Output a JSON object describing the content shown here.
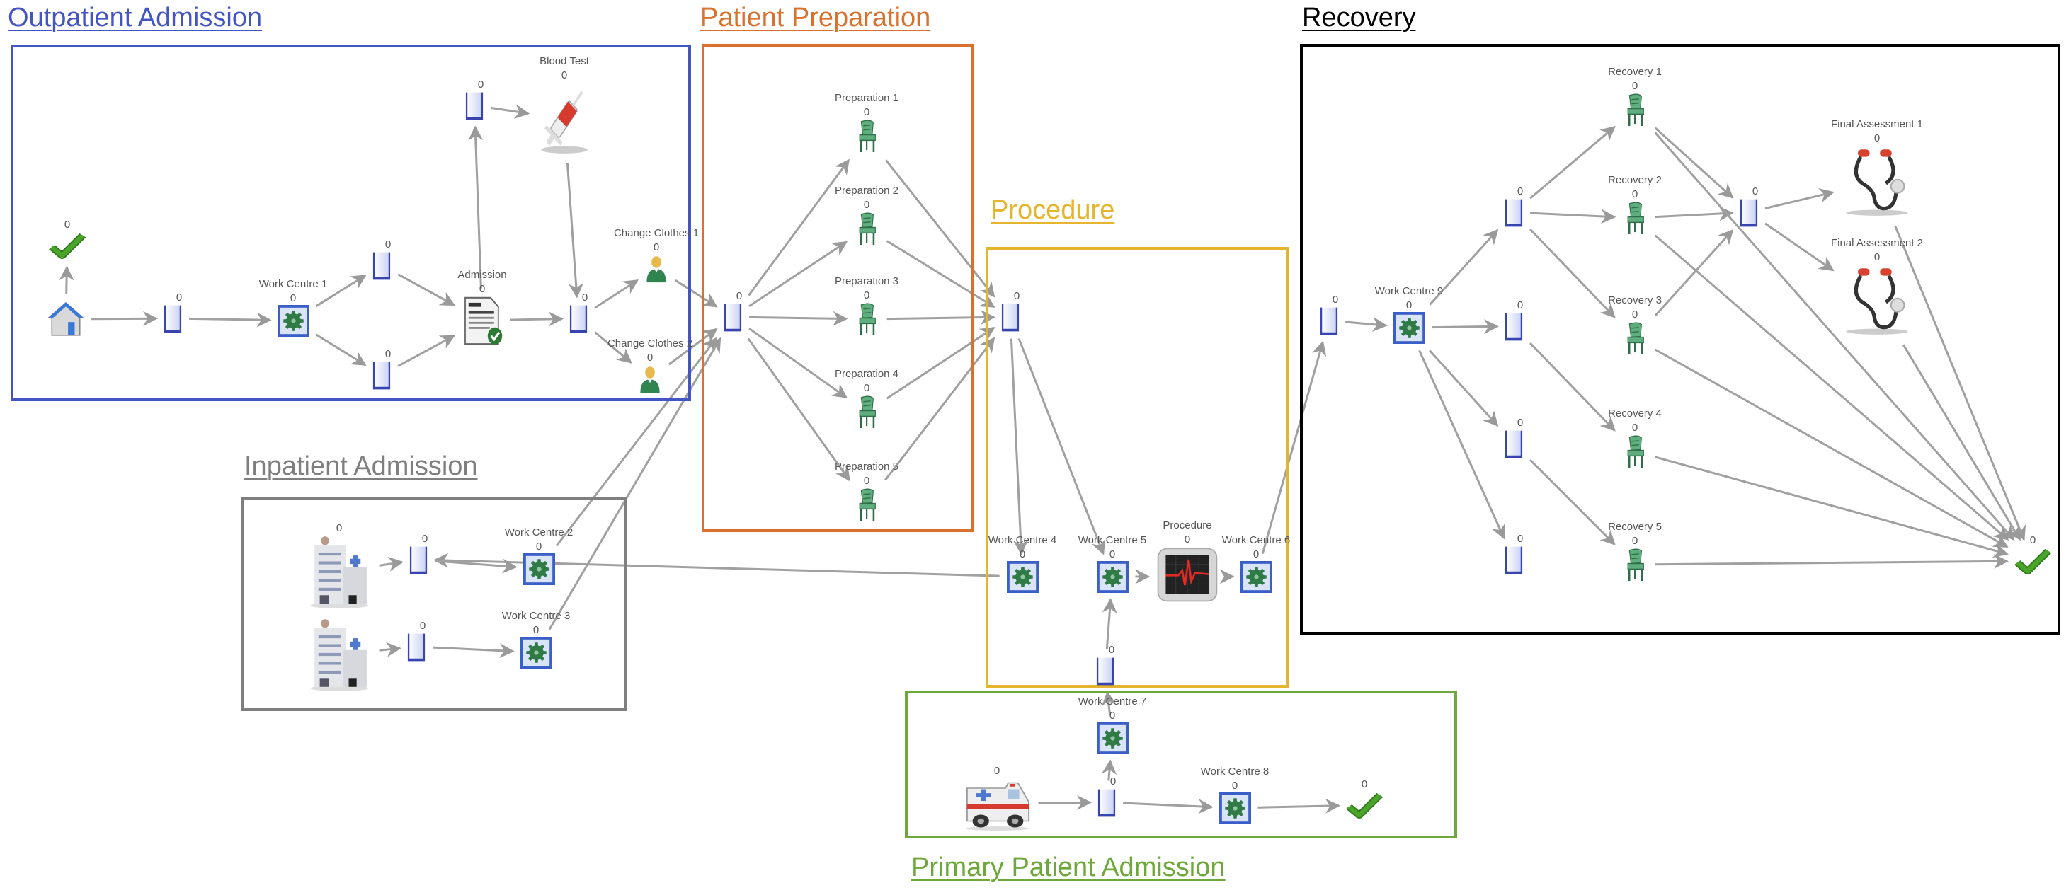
{
  "diagram": {
    "type": "hospital-patient-flow-simulation",
    "groups": [
      {
        "id": "outpatient",
        "title": "Outpatient Admission",
        "color": "#4355c4"
      },
      {
        "id": "preparation",
        "title": "Patient Preparation",
        "color": "#d9712c"
      },
      {
        "id": "procedure",
        "title": "Procedure",
        "color": "#e6b52e"
      },
      {
        "id": "recovery",
        "title": "Recovery",
        "color": "#000000"
      },
      {
        "id": "inpatient",
        "title": "Inpatient Admission",
        "color": "#7f7f7f"
      },
      {
        "id": "primary",
        "title": "Primary Patient Admission",
        "color": "#6ea83a"
      }
    ],
    "nodes": [
      {
        "id": "op_exit",
        "group": "outpatient",
        "kind": "exit",
        "label": "",
        "count": "0"
      },
      {
        "id": "op_start",
        "group": "outpatient",
        "kind": "home",
        "label": "",
        "count": ""
      },
      {
        "id": "op_q1",
        "group": "outpatient",
        "kind": "queue",
        "label": "",
        "count": "0"
      },
      {
        "id": "wc1",
        "group": "outpatient",
        "kind": "workcentre",
        "label": "Work Centre 1",
        "count": "0"
      },
      {
        "id": "op_q2",
        "group": "outpatient",
        "kind": "queue",
        "label": "",
        "count": "0"
      },
      {
        "id": "op_q3",
        "group": "outpatient",
        "kind": "queue",
        "label": "",
        "count": "0"
      },
      {
        "id": "admission",
        "group": "outpatient",
        "kind": "document",
        "label": "Admission",
        "count": "0"
      },
      {
        "id": "op_q4",
        "group": "outpatient",
        "kind": "queue",
        "label": "",
        "count": "0"
      },
      {
        "id": "blood_test",
        "group": "outpatient",
        "kind": "syringe",
        "label": "Blood Test",
        "count": "0"
      },
      {
        "id": "op_q5",
        "group": "outpatient",
        "kind": "queue",
        "label": "",
        "count": "0"
      },
      {
        "id": "change1",
        "group": "outpatient",
        "kind": "person",
        "label": "Change Clothes 1",
        "count": "0"
      },
      {
        "id": "change2",
        "group": "outpatient",
        "kind": "person",
        "label": "Change Clothes 2",
        "count": "0"
      },
      {
        "id": "prep_q",
        "group": "preparation",
        "kind": "queue",
        "label": "",
        "count": "0"
      },
      {
        "id": "prep1",
        "group": "preparation",
        "kind": "chair",
        "label": "Preparation 1",
        "count": "0"
      },
      {
        "id": "prep2",
        "group": "preparation",
        "kind": "chair",
        "label": "Preparation 2",
        "count": "0"
      },
      {
        "id": "prep3",
        "group": "preparation",
        "kind": "chair",
        "label": "Preparation 3",
        "count": "0"
      },
      {
        "id": "prep4",
        "group": "preparation",
        "kind": "chair",
        "label": "Preparation 4",
        "count": "0"
      },
      {
        "id": "prep5",
        "group": "preparation",
        "kind": "chair",
        "label": "Preparation 5",
        "count": "0"
      },
      {
        "id": "proc_q",
        "group": "procedure",
        "kind": "queue",
        "label": "",
        "count": "0"
      },
      {
        "id": "wc4",
        "group": "procedure",
        "kind": "workcentre",
        "label": "Work Centre 4",
        "count": "0"
      },
      {
        "id": "wc5",
        "group": "procedure",
        "kind": "workcentre",
        "label": "Work Centre 5",
        "count": "0"
      },
      {
        "id": "proc",
        "group": "procedure",
        "kind": "monitor",
        "label": "Procedure",
        "count": "0"
      },
      {
        "id": "wc6",
        "group": "procedure",
        "kind": "workcentre",
        "label": "Work Centre 6",
        "count": "0"
      },
      {
        "id": "proc_q2",
        "group": "procedure",
        "kind": "queue",
        "label": "",
        "count": "0"
      },
      {
        "id": "in_start1",
        "group": "inpatient",
        "kind": "hospital",
        "label": "",
        "count": "0"
      },
      {
        "id": "in_start2",
        "group": "inpatient",
        "kind": "hospital",
        "label": "",
        "count": ""
      },
      {
        "id": "in_q1",
        "group": "inpatient",
        "kind": "queue",
        "label": "",
        "count": "0"
      },
      {
        "id": "in_q2",
        "group": "inpatient",
        "kind": "queue",
        "label": "",
        "count": "0"
      },
      {
        "id": "wc2",
        "group": "inpatient",
        "kind": "workcentre",
        "label": "Work Centre 2",
        "count": "0"
      },
      {
        "id": "wc3",
        "group": "inpatient",
        "kind": "workcentre",
        "label": "Work Centre 3",
        "count": "0"
      },
      {
        "id": "pr_start",
        "group": "primary",
        "kind": "ambulance",
        "label": "",
        "count": "0"
      },
      {
        "id": "pr_q",
        "group": "primary",
        "kind": "queue",
        "label": "",
        "count": "0"
      },
      {
        "id": "wc7",
        "group": "primary",
        "kind": "workcentre",
        "label": "Work Centre 7",
        "count": "0"
      },
      {
        "id": "wc8",
        "group": "primary",
        "kind": "workcentre",
        "label": "Work Centre 8",
        "count": "0"
      },
      {
        "id": "pr_exit",
        "group": "primary",
        "kind": "exit",
        "label": "",
        "count": "0"
      },
      {
        "id": "rec_q0",
        "group": "recovery",
        "kind": "queue",
        "label": "",
        "count": "0"
      },
      {
        "id": "wc9",
        "group": "recovery",
        "kind": "workcentre",
        "label": "Work Centre 9",
        "count": "0"
      },
      {
        "id": "rec_qa",
        "group": "recovery",
        "kind": "queue",
        "label": "",
        "count": "0"
      },
      {
        "id": "rec_qb",
        "group": "recovery",
        "kind": "queue",
        "label": "",
        "count": "0"
      },
      {
        "id": "rec_qc",
        "group": "recovery",
        "kind": "queue",
        "label": "",
        "count": "0"
      },
      {
        "id": "rec_qd",
        "group": "recovery",
        "kind": "queue",
        "label": "",
        "count": "0"
      },
      {
        "id": "rec1",
        "group": "recovery",
        "kind": "chair",
        "label": "Recovery 1",
        "count": "0"
      },
      {
        "id": "rec2",
        "group": "recovery",
        "kind": "chair",
        "label": "Recovery 2",
        "count": "0"
      },
      {
        "id": "rec3",
        "group": "recovery",
        "kind": "chair",
        "label": "Recovery 3",
        "count": "0"
      },
      {
        "id": "rec4",
        "group": "recovery",
        "kind": "chair",
        "label": "Recovery 4",
        "count": "0"
      },
      {
        "id": "rec5",
        "group": "recovery",
        "kind": "chair",
        "label": "Recovery 5",
        "count": "0"
      },
      {
        "id": "fa_q",
        "group": "recovery",
        "kind": "queue",
        "label": "",
        "count": "0"
      },
      {
        "id": "fa1",
        "group": "recovery",
        "kind": "stethoscope",
        "label": "Final Assessment 1",
        "count": "0"
      },
      {
        "id": "fa2",
        "group": "recovery",
        "kind": "stethoscope",
        "label": "Final Assessment 2",
        "count": "0"
      },
      {
        "id": "rec_exit",
        "group": "recovery",
        "kind": "exit",
        "label": "",
        "count": "0"
      }
    ],
    "edges": [
      [
        "op_start",
        "op_exit"
      ],
      [
        "op_start",
        "op_q1"
      ],
      [
        "op_q1",
        "wc1"
      ],
      [
        "wc1",
        "op_q2"
      ],
      [
        "wc1",
        "op_q3"
      ],
      [
        "op_q2",
        "admission"
      ],
      [
        "op_q3",
        "admission"
      ],
      [
        "admission",
        "op_q5"
      ],
      [
        "admission",
        "op_q4"
      ],
      [
        "op_q5",
        "blood_test"
      ],
      [
        "blood_test",
        "op_q4"
      ],
      [
        "op_q4",
        "change1"
      ],
      [
        "op_q4",
        "change2"
      ],
      [
        "change1",
        "prep_q"
      ],
      [
        "change2",
        "prep_q"
      ],
      [
        "wc2",
        "prep_q"
      ],
      [
        "wc3",
        "prep_q"
      ],
      [
        "prep_q",
        "prep1"
      ],
      [
        "prep_q",
        "prep2"
      ],
      [
        "prep_q",
        "prep3"
      ],
      [
        "prep_q",
        "prep4"
      ],
      [
        "prep_q",
        "prep5"
      ],
      [
        "prep1",
        "proc_q"
      ],
      [
        "prep2",
        "proc_q"
      ],
      [
        "prep3",
        "proc_q"
      ],
      [
        "prep4",
        "proc_q"
      ],
      [
        "prep5",
        "proc_q"
      ],
      [
        "proc_q",
        "wc4"
      ],
      [
        "proc_q",
        "wc5"
      ],
      [
        "wc4",
        "in_q1"
      ],
      [
        "wc5",
        "proc"
      ],
      [
        "proc",
        "wc6"
      ],
      [
        "proc_q2",
        "wc5"
      ],
      [
        "wc6",
        "rec_q0"
      ],
      [
        "in_start1",
        "in_q1"
      ],
      [
        "in_q1",
        "wc2"
      ],
      [
        "in_start2",
        "in_q2"
      ],
      [
        "in_q2",
        "wc3"
      ],
      [
        "pr_start",
        "pr_q"
      ],
      [
        "pr_q",
        "wc7"
      ],
      [
        "pr_q",
        "wc8"
      ],
      [
        "wc8",
        "pr_exit"
      ],
      [
        "wc7",
        "proc_q2"
      ],
      [
        "rec_q0",
        "wc9"
      ],
      [
        "wc9",
        "rec_qa"
      ],
      [
        "wc9",
        "rec_qb"
      ],
      [
        "wc9",
        "rec_qc"
      ],
      [
        "wc9",
        "rec_qd"
      ],
      [
        "rec_qa",
        "rec1"
      ],
      [
        "rec_qa",
        "rec2"
      ],
      [
        "rec_qa",
        "rec3"
      ],
      [
        "rec_qb",
        "rec4"
      ],
      [
        "rec_qc",
        "rec5"
      ],
      [
        "rec1",
        "fa_q"
      ],
      [
        "rec2",
        "fa_q"
      ],
      [
        "rec3",
        "fa_q"
      ],
      [
        "fa_q",
        "fa1"
      ],
      [
        "fa_q",
        "fa2"
      ],
      [
        "rec1",
        "rec_exit"
      ],
      [
        "rec2",
        "rec_exit"
      ],
      [
        "rec3",
        "rec_exit"
      ],
      [
        "rec4",
        "rec_exit"
      ],
      [
        "rec5",
        "rec_exit"
      ],
      [
        "fa1",
        "rec_exit"
      ],
      [
        "fa2",
        "rec_exit"
      ]
    ]
  },
  "colors": {
    "edge": "#a0a0a0",
    "queue_border": "#3845b0",
    "workcentre_border": "#3a5fc8",
    "gear": "#2f7a45",
    "chair": "#5fae7e",
    "check": "#4aa42a"
  }
}
